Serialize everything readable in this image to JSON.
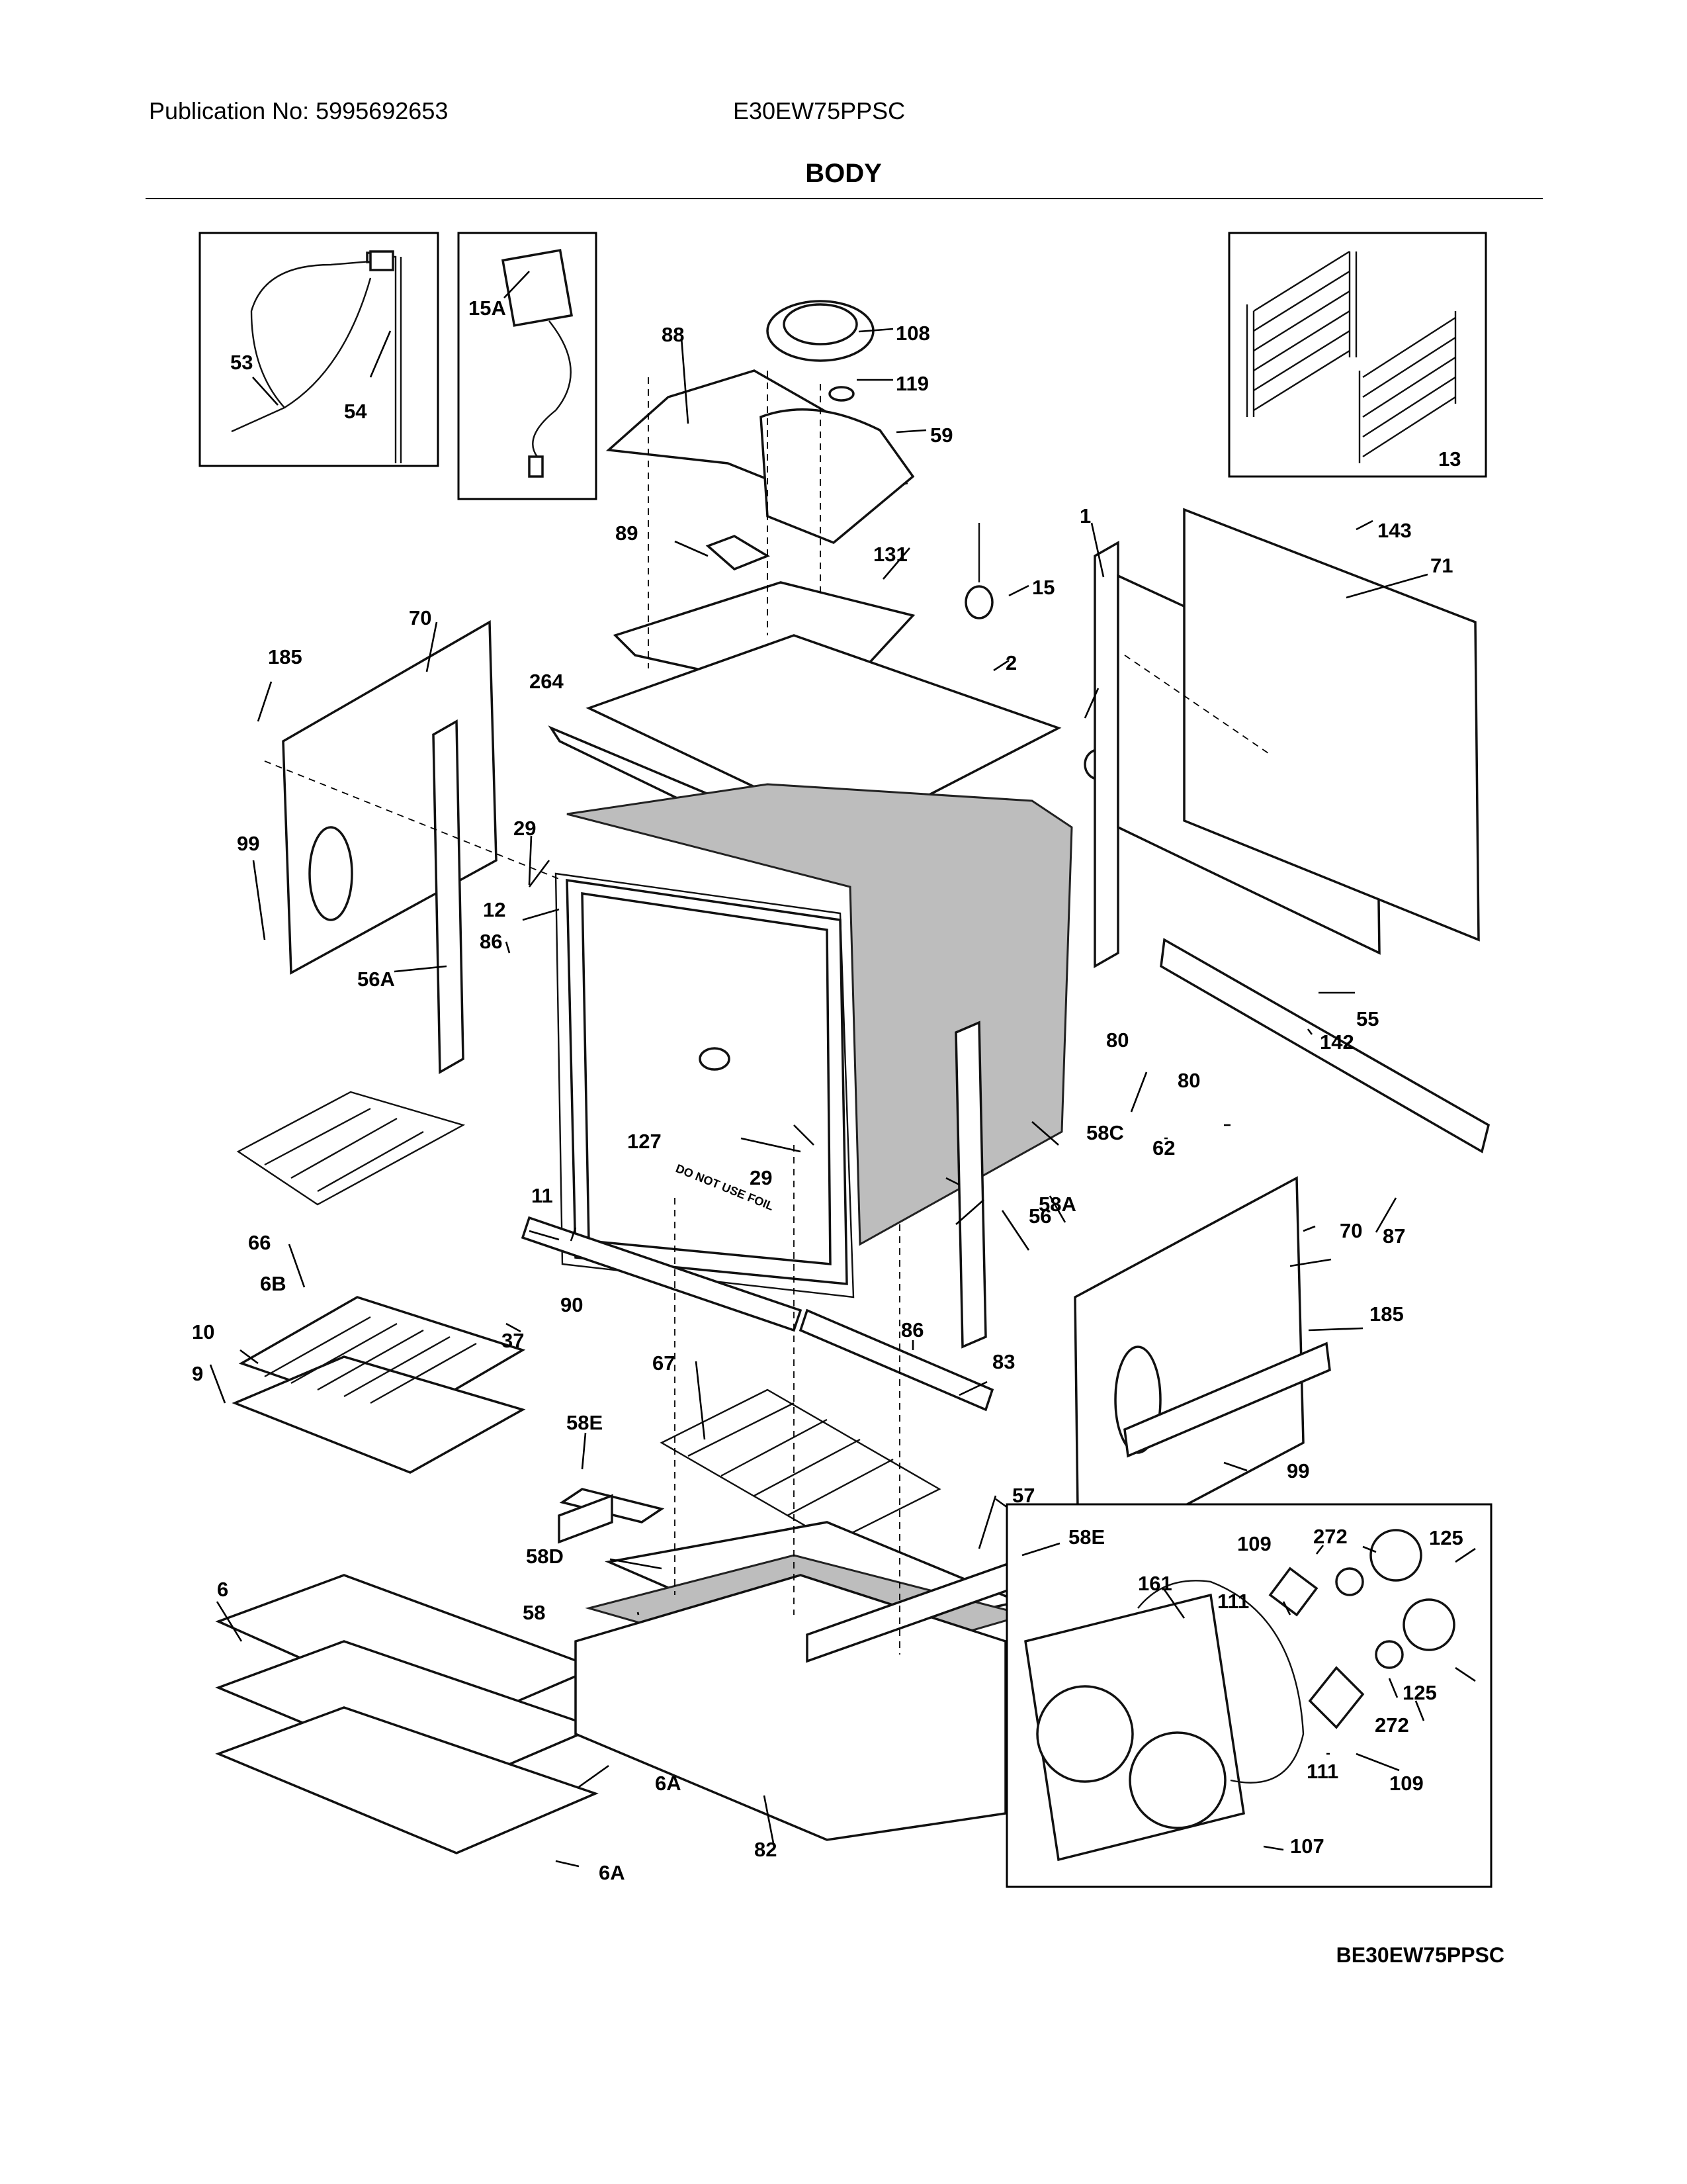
{
  "header": {
    "publication": "Publication No: 5995692653",
    "model": "E30EW75PPSC",
    "title": "BODY"
  },
  "footer": {
    "diagram_code": "BE30EW75PPSC"
  },
  "labels": {
    "l53": "53",
    "l54": "54",
    "l15A": "15A",
    "l13": "13",
    "l88": "88",
    "l108": "108",
    "l119": "119",
    "l59": "59",
    "l89": "89",
    "l131": "131",
    "l15": "15",
    "l1": "1",
    "l143": "143",
    "l71": "71",
    "l70a": "70",
    "l185a": "185",
    "l264": "264",
    "l2": "2",
    "l99a": "99",
    "l29a": "29",
    "l12": "12",
    "l86a": "86",
    "l56A": "56A",
    "l55": "55",
    "l142": "142",
    "l80a": "80",
    "l80b": "80",
    "l58C": "58C",
    "l127": "127",
    "l29b": "29",
    "l62": "62",
    "l87": "87",
    "l66": "66",
    "l11": "11",
    "l58A": "58A",
    "l56": "56",
    "l70b": "70",
    "l90": "90",
    "l6B": "6B",
    "l10": "10",
    "l9": "9",
    "l37": "37",
    "l86b": "86",
    "l83": "83",
    "l185b": "185",
    "l67": "67",
    "l58Ea": "58E",
    "l99b": "99",
    "l57": "57",
    "l58D": "58D",
    "l58Eb": "58E",
    "l58": "58",
    "l109a": "109",
    "l272a": "272",
    "l125a": "125",
    "l161": "161",
    "l111a": "111",
    "l6": "6",
    "l125b": "125",
    "l272b": "272",
    "l6Aa": "6A",
    "l111b": "111",
    "l109b": "109",
    "l82": "82",
    "l107": "107",
    "l6Ab": "6A"
  },
  "printed_text": {
    "foil_warning": "DO NOT USE FOIL"
  }
}
